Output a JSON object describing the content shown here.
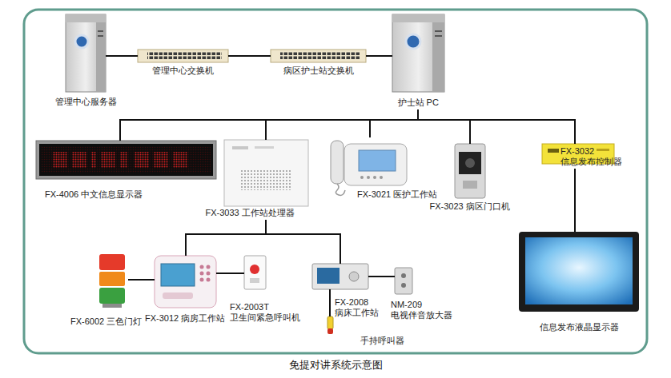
{
  "diagram": {
    "caption": "免提对讲系统示意图",
    "nodes": [
      {
        "text": [
          "管理中心服务器"
        ]
      },
      {
        "text": [
          "管理中心交换机"
        ]
      },
      {
        "text": [
          "病区护士站交换机"
        ]
      },
      {
        "text": [
          "护士站 PC"
        ]
      },
      {
        "text": [
          "FX-4006 中文信息显示器"
        ]
      },
      {
        "text": [
          "FX-3033 工作站处理器"
        ]
      },
      {
        "text": [
          "FX-3021 医护工作站"
        ]
      },
      {
        "text": [
          "FX-3023 病区门口机"
        ]
      },
      {
        "text": [
          "FX-3032 信息发布控制器"
        ]
      },
      {
        "text": [
          "FX-6002 三色门灯"
        ]
      },
      {
        "text": [
          "FX-3012 病房工作站"
        ]
      },
      {
        "text": [
          "FX-2003T 卫生间紧急呼叫机"
        ]
      },
      {
        "text": [
          "FX-2008 病床工作站"
        ]
      },
      {
        "text": [
          "NM-209 电视伴音放大器"
        ]
      },
      {
        "text": [
          "手持呼叫器"
        ]
      },
      {
        "text": [
          "信息发布液晶显示器"
        ]
      }
    ],
    "edges": [
      {
        "from": 0,
        "to": 1,
        "arrow": "none"
      },
      {
        "from": 1,
        "to": 2,
        "arrow": "none"
      },
      {
        "from": 2,
        "to": 3,
        "arrow": "none"
      },
      {
        "from": 3,
        "to": 4,
        "arrow": "none"
      },
      {
        "from": 3,
        "to": 5,
        "arrow": "none"
      },
      {
        "from": 3,
        "to": 6,
        "arrow": "none"
      },
      {
        "from": 3,
        "to": 7,
        "arrow": "none"
      },
      {
        "from": 3,
        "to": 8,
        "arrow": "none"
      },
      {
        "from": 8,
        "to": 15,
        "arrow": "none"
      },
      {
        "from": 5,
        "to": 10,
        "arrow": "none"
      },
      {
        "from": 5,
        "to": 12,
        "arrow": "none"
      },
      {
        "from": 9,
        "to": 10,
        "arrow": "none"
      },
      {
        "from": 10,
        "to": 11,
        "arrow": "none"
      },
      {
        "from": 12,
        "to": 13,
        "arrow": "none"
      },
      {
        "from": 12,
        "to": 14,
        "arrow": "none"
      }
    ]
  }
}
